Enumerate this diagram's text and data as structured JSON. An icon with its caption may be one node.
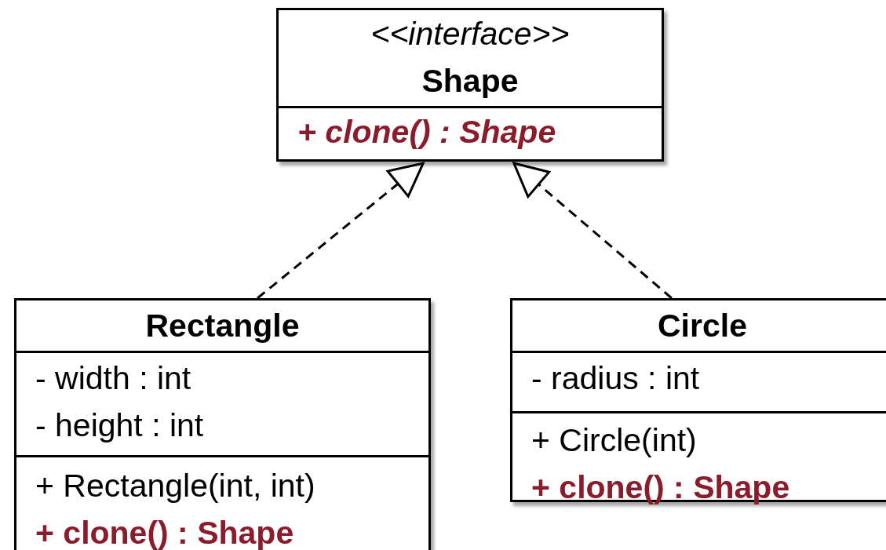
{
  "diagram": {
    "nodes": [
      {
        "text": [
          "<<interface>>",
          "Shape",
          "+ clone() : Shape"
        ]
      },
      {
        "text": [
          "Rectangle",
          "- width : int",
          "- height : int",
          "+ Rectangle(int, int)",
          "+ clone() : Shape"
        ]
      },
      {
        "text": [
          "Circle",
          "- radius : int",
          "+ Circle(int)",
          "+ clone() : Shape"
        ]
      }
    ],
    "edges": [
      {
        "from": 1,
        "to": 0,
        "arrow": "to",
        "style": "dashed"
      },
      {
        "from": 2,
        "to": 0,
        "arrow": "to",
        "style": "dashed"
      }
    ]
  }
}
